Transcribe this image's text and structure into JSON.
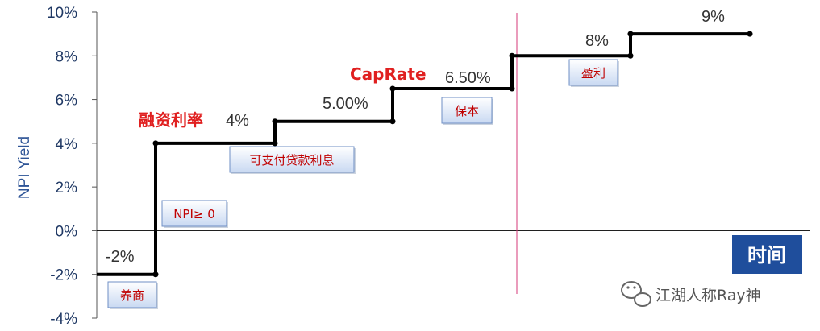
{
  "chart_data": {
    "type": "line",
    "step": true,
    "ylabel": "NPI Yield",
    "ylim": [
      -4,
      10
    ],
    "yticks": [
      -4,
      -2,
      0,
      2,
      4,
      6,
      8,
      10
    ],
    "ytick_labels": [
      "-4%",
      "-2%",
      "0%",
      "2%",
      "4%",
      "6%",
      "8%",
      "10%"
    ],
    "grid": false,
    "series": [
      {
        "name": "",
        "values": [
          -2,
          -2,
          4,
          4,
          5,
          5,
          6.5,
          6.5,
          8,
          8,
          9,
          9
        ]
      }
    ],
    "x_breaks": [
      0,
      1,
      1,
      2,
      2,
      3,
      3,
      4,
      4,
      5,
      5,
      6
    ],
    "data_labels": [
      "-2%",
      "4%",
      "5.00%",
      "6.50%",
      "8%",
      "9%"
    ],
    "annotations": {
      "financing_rate": "融资利率",
      "cap_rate": "CapRate"
    },
    "tags": [
      "养商",
      "NPI≥ 0",
      "可支付贷款利息",
      "保本",
      "盈利"
    ],
    "time_label": "时间",
    "accent_colors": {
      "line": "#000000",
      "annotation_red": "#e02020",
      "tag_text": "#c00000",
      "time_box": "#1f4e9c",
      "divider": "#d63a7a",
      "axis_text": "#1f3864"
    }
  },
  "watermark": {
    "icon": "wechat-icon",
    "text": "江湖人称Ray神"
  }
}
